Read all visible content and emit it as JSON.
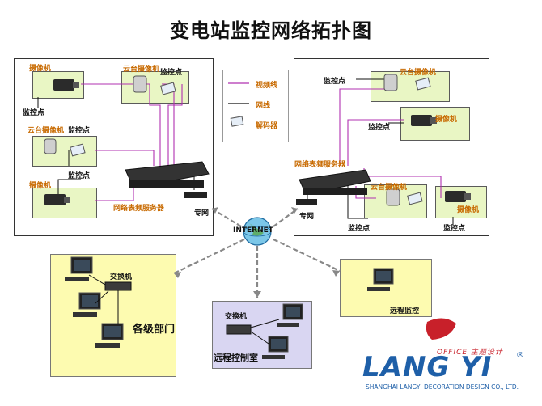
{
  "title": "变电站监控网络拓扑图",
  "legend": {
    "video_line": "视频线",
    "network_line": "网线",
    "decoder": "解码器"
  },
  "left_panel": {
    "camera1": "摄像机",
    "monitor1": "监控点",
    "ptz_camera1": "云台摄像机",
    "monitor2": "监控点",
    "ptz_camera2": "云台摄像机",
    "monitor3": "监控点",
    "camera2": "摄像机",
    "monitor4": "监控点",
    "server": "网络表频服务器",
    "dedicated_net": "专网"
  },
  "right_panel": {
    "ptz_camera1": "云台摄像机",
    "monitor1": "监控点",
    "camera1": "摄像机",
    "monitor2": "监控点",
    "server": "网络表频服务器",
    "ptz_camera2": "云台摄像机",
    "camera2": "摄像机",
    "dedicated_net": "专网",
    "monitor3": "监控点",
    "monitor4": "监控点"
  },
  "internet": "INTERNET",
  "depts": {
    "switch": "交换机",
    "label": "各级部门"
  },
  "remote_room": {
    "switch": "交换机",
    "label": "远程控制室"
  },
  "remote_monitor": {
    "label": "远程监控"
  },
  "logo": {
    "office": "OFFICE 主题设计",
    "brand": "LANG YI",
    "registered": "®",
    "company": "SHANGHAI LANGYI DECORATION DESIGN CO., LTD."
  },
  "colors": {
    "video_line": "#b030b0",
    "network_line": "#111111",
    "yellow_box": "#fdfbb0",
    "blue_box": "#d9d6f2",
    "camera_box": "#e9f6c4",
    "logo_blue": "#1e5fa8",
    "logo_red": "#c8202a"
  }
}
